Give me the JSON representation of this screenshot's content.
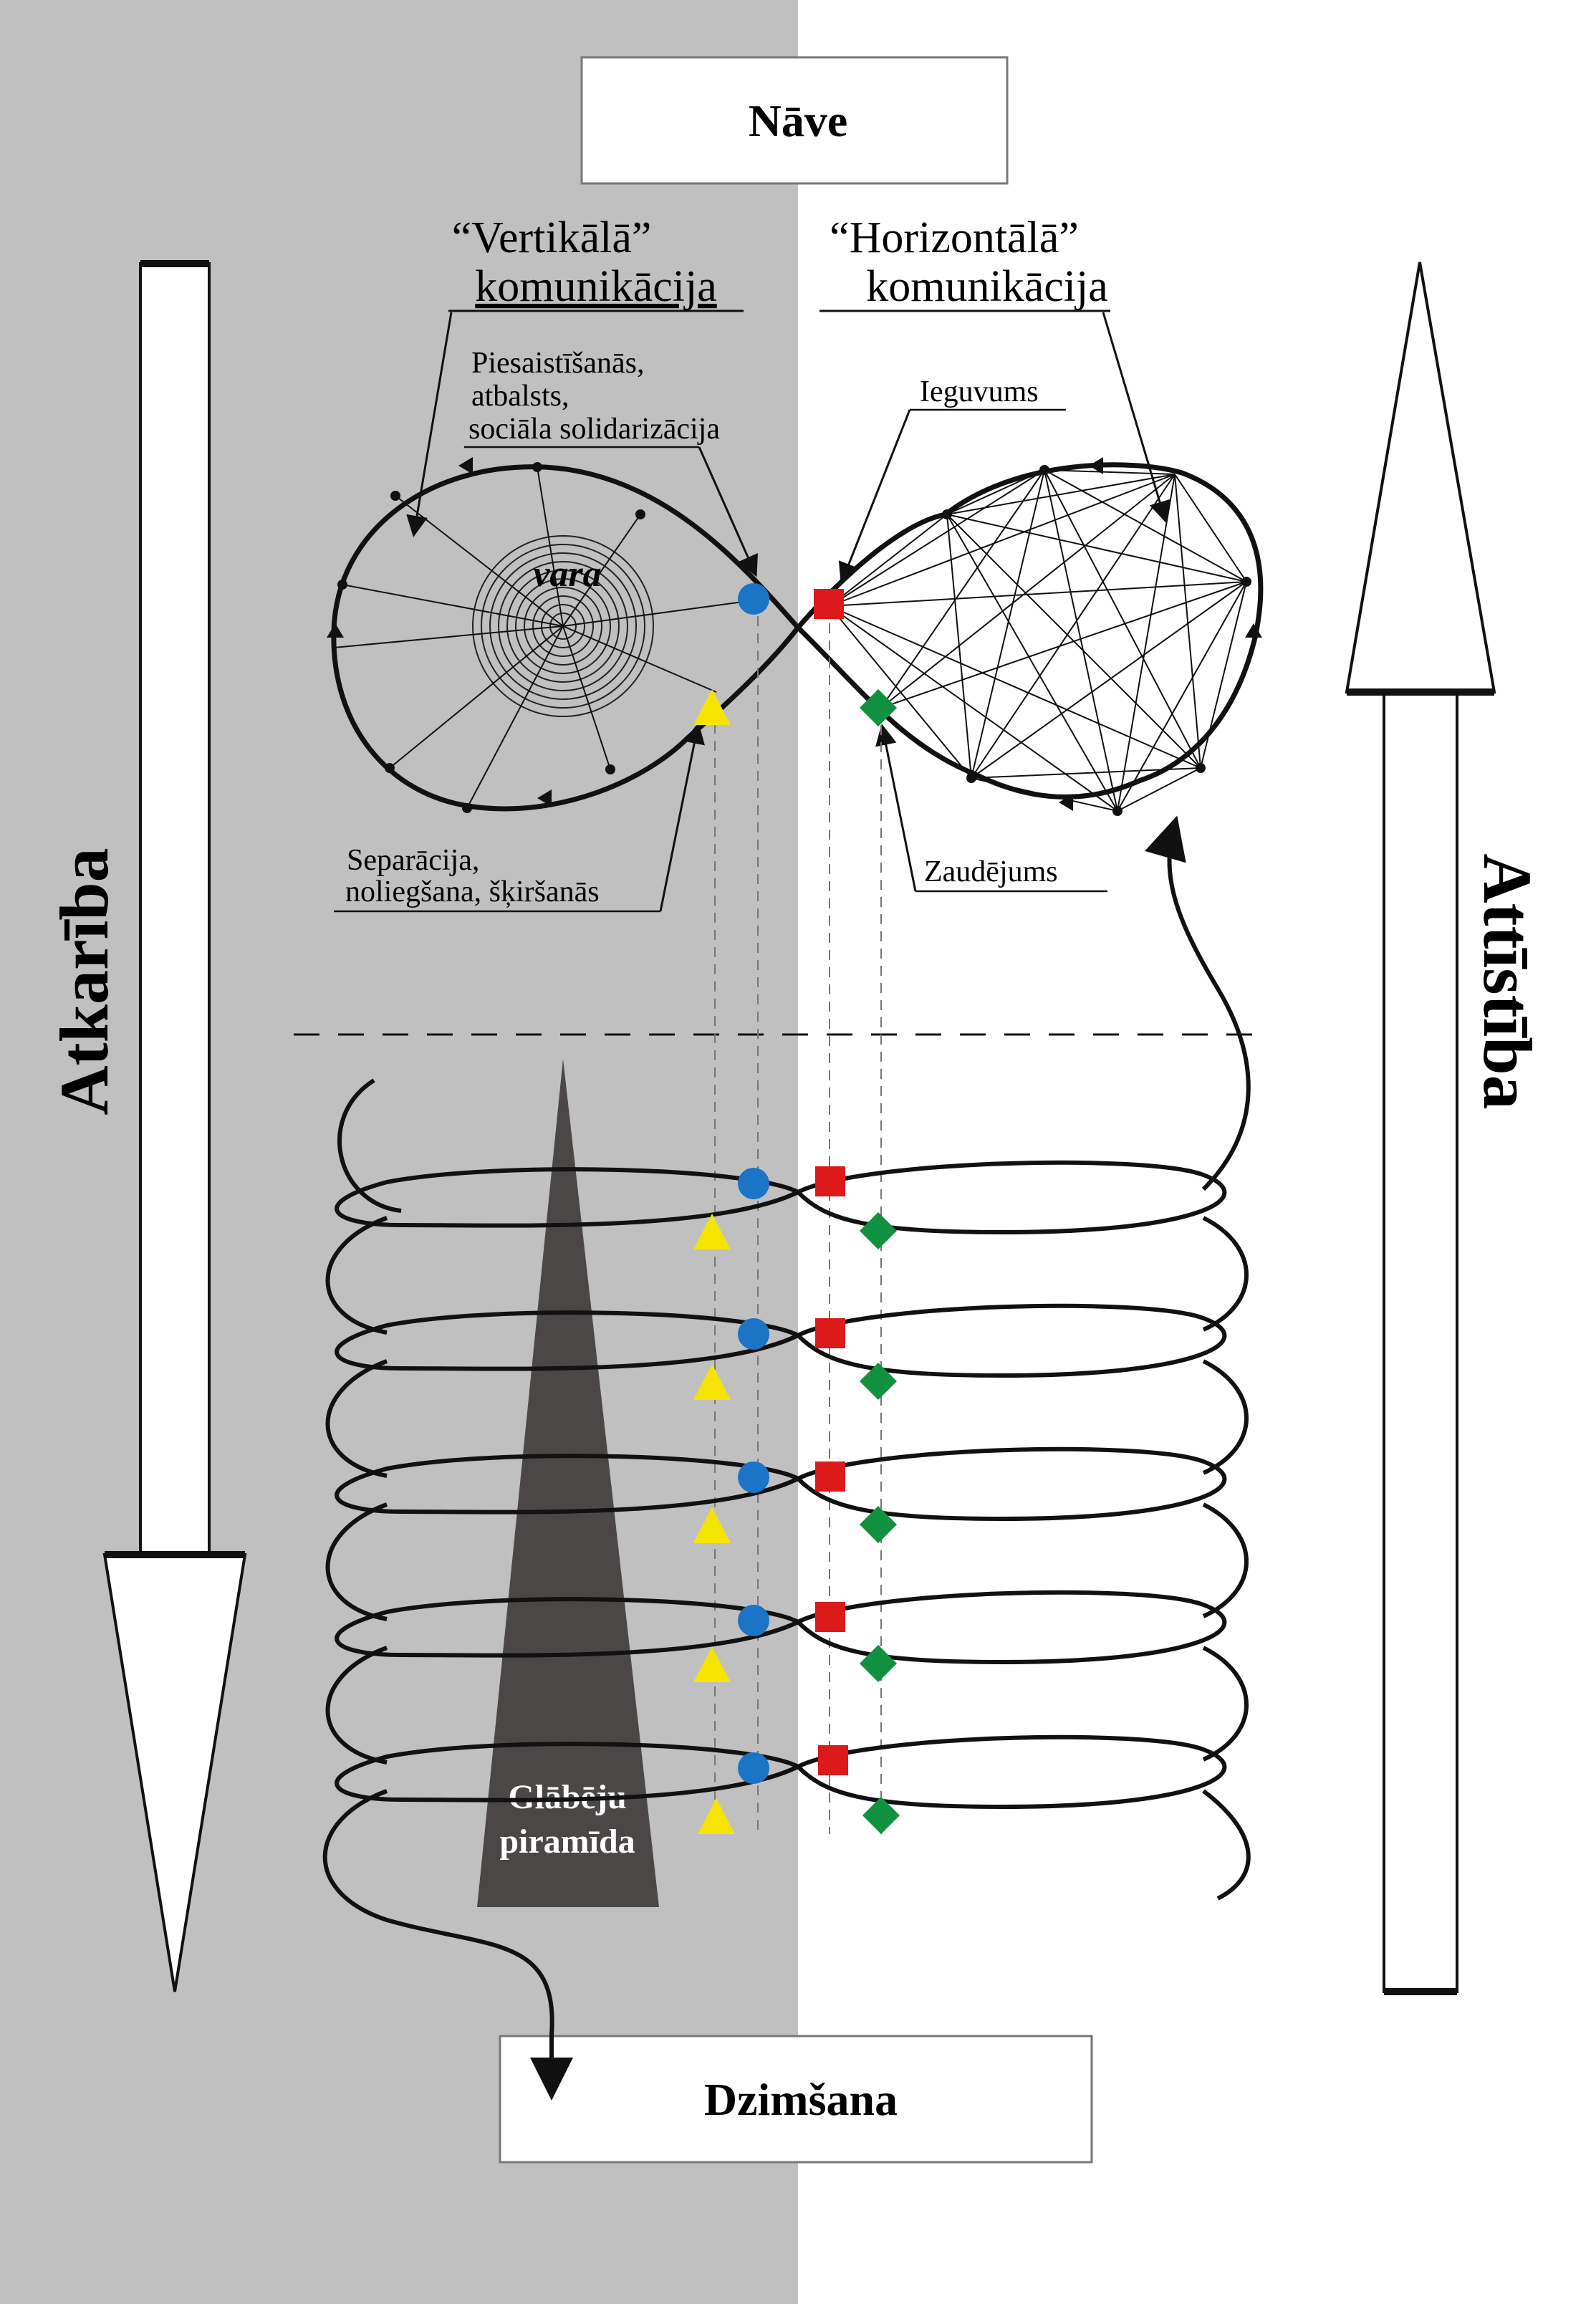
{
  "colors": {
    "left_bg": "#c0c0c0",
    "right_bg": "#ffffff",
    "line": "#111111",
    "pyramid": "#4b4747",
    "marker_circle": "#1b74c5",
    "marker_square": "#dd1a1a",
    "marker_diamond": "#119040",
    "marker_triangle": "#f5e400"
  },
  "icons": {
    "circle": "circle-marker-icon",
    "square": "square-marker-icon",
    "diamond": "diamond-marker-icon",
    "triangle": "triangle-marker-icon"
  },
  "top_box": {
    "label": "Nāve"
  },
  "bottom_box": {
    "label": "Dzimšana"
  },
  "vertical_comm": {
    "line1": "“Vertikālā”",
    "line2": "komunikācija"
  },
  "horizontal_comm": {
    "line1": "“Horizontālā”",
    "line2": "komunikācija"
  },
  "attraction": {
    "line1": "Piesaistīšanās,",
    "line2": "atbalsts,",
    "line3": "sociāla solidarizācija"
  },
  "separation": {
    "line1": "Separācija,",
    "line2": "noliegšana, šķiršanās"
  },
  "gain": {
    "label": "Ieguvums"
  },
  "loss": {
    "label": "Zaudējums"
  },
  "power": {
    "label": "vara"
  },
  "left_arrow": {
    "label": "Atkarība"
  },
  "right_arrow": {
    "label": "Attīstība"
  },
  "pyramid": {
    "line1": "Glābēju",
    "line2": "piramīda"
  }
}
